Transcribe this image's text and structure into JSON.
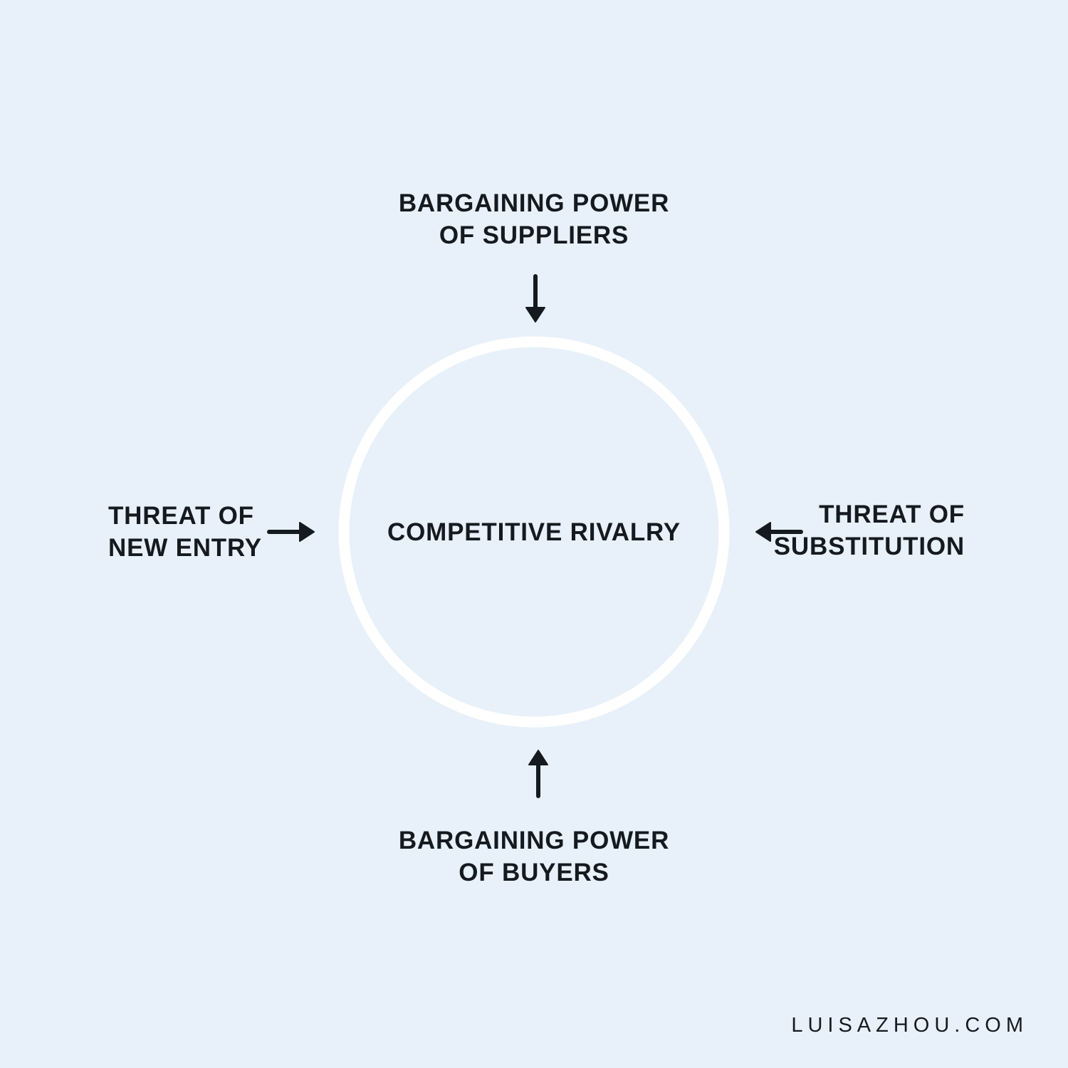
{
  "colors": {
    "background": "#e8f1f9",
    "text": "#151a20",
    "circle_stroke": "#ffffff"
  },
  "center": {
    "label": "COMPETITIVE RIVALRY"
  },
  "forces": {
    "top": {
      "line1": "BARGAINING POWER",
      "line2": "OF SUPPLIERS",
      "arrow_direction": "down"
    },
    "left": {
      "line1": "THREAT OF",
      "line2": "NEW ENTRY",
      "arrow_direction": "right"
    },
    "right": {
      "line1": "THREAT OF",
      "line2": "SUBSTITUTION",
      "arrow_direction": "left"
    },
    "bottom": {
      "line1": "BARGAINING POWER",
      "line2": "OF BUYERS",
      "arrow_direction": "up"
    }
  },
  "watermark": "LUISAZHOU.COM"
}
